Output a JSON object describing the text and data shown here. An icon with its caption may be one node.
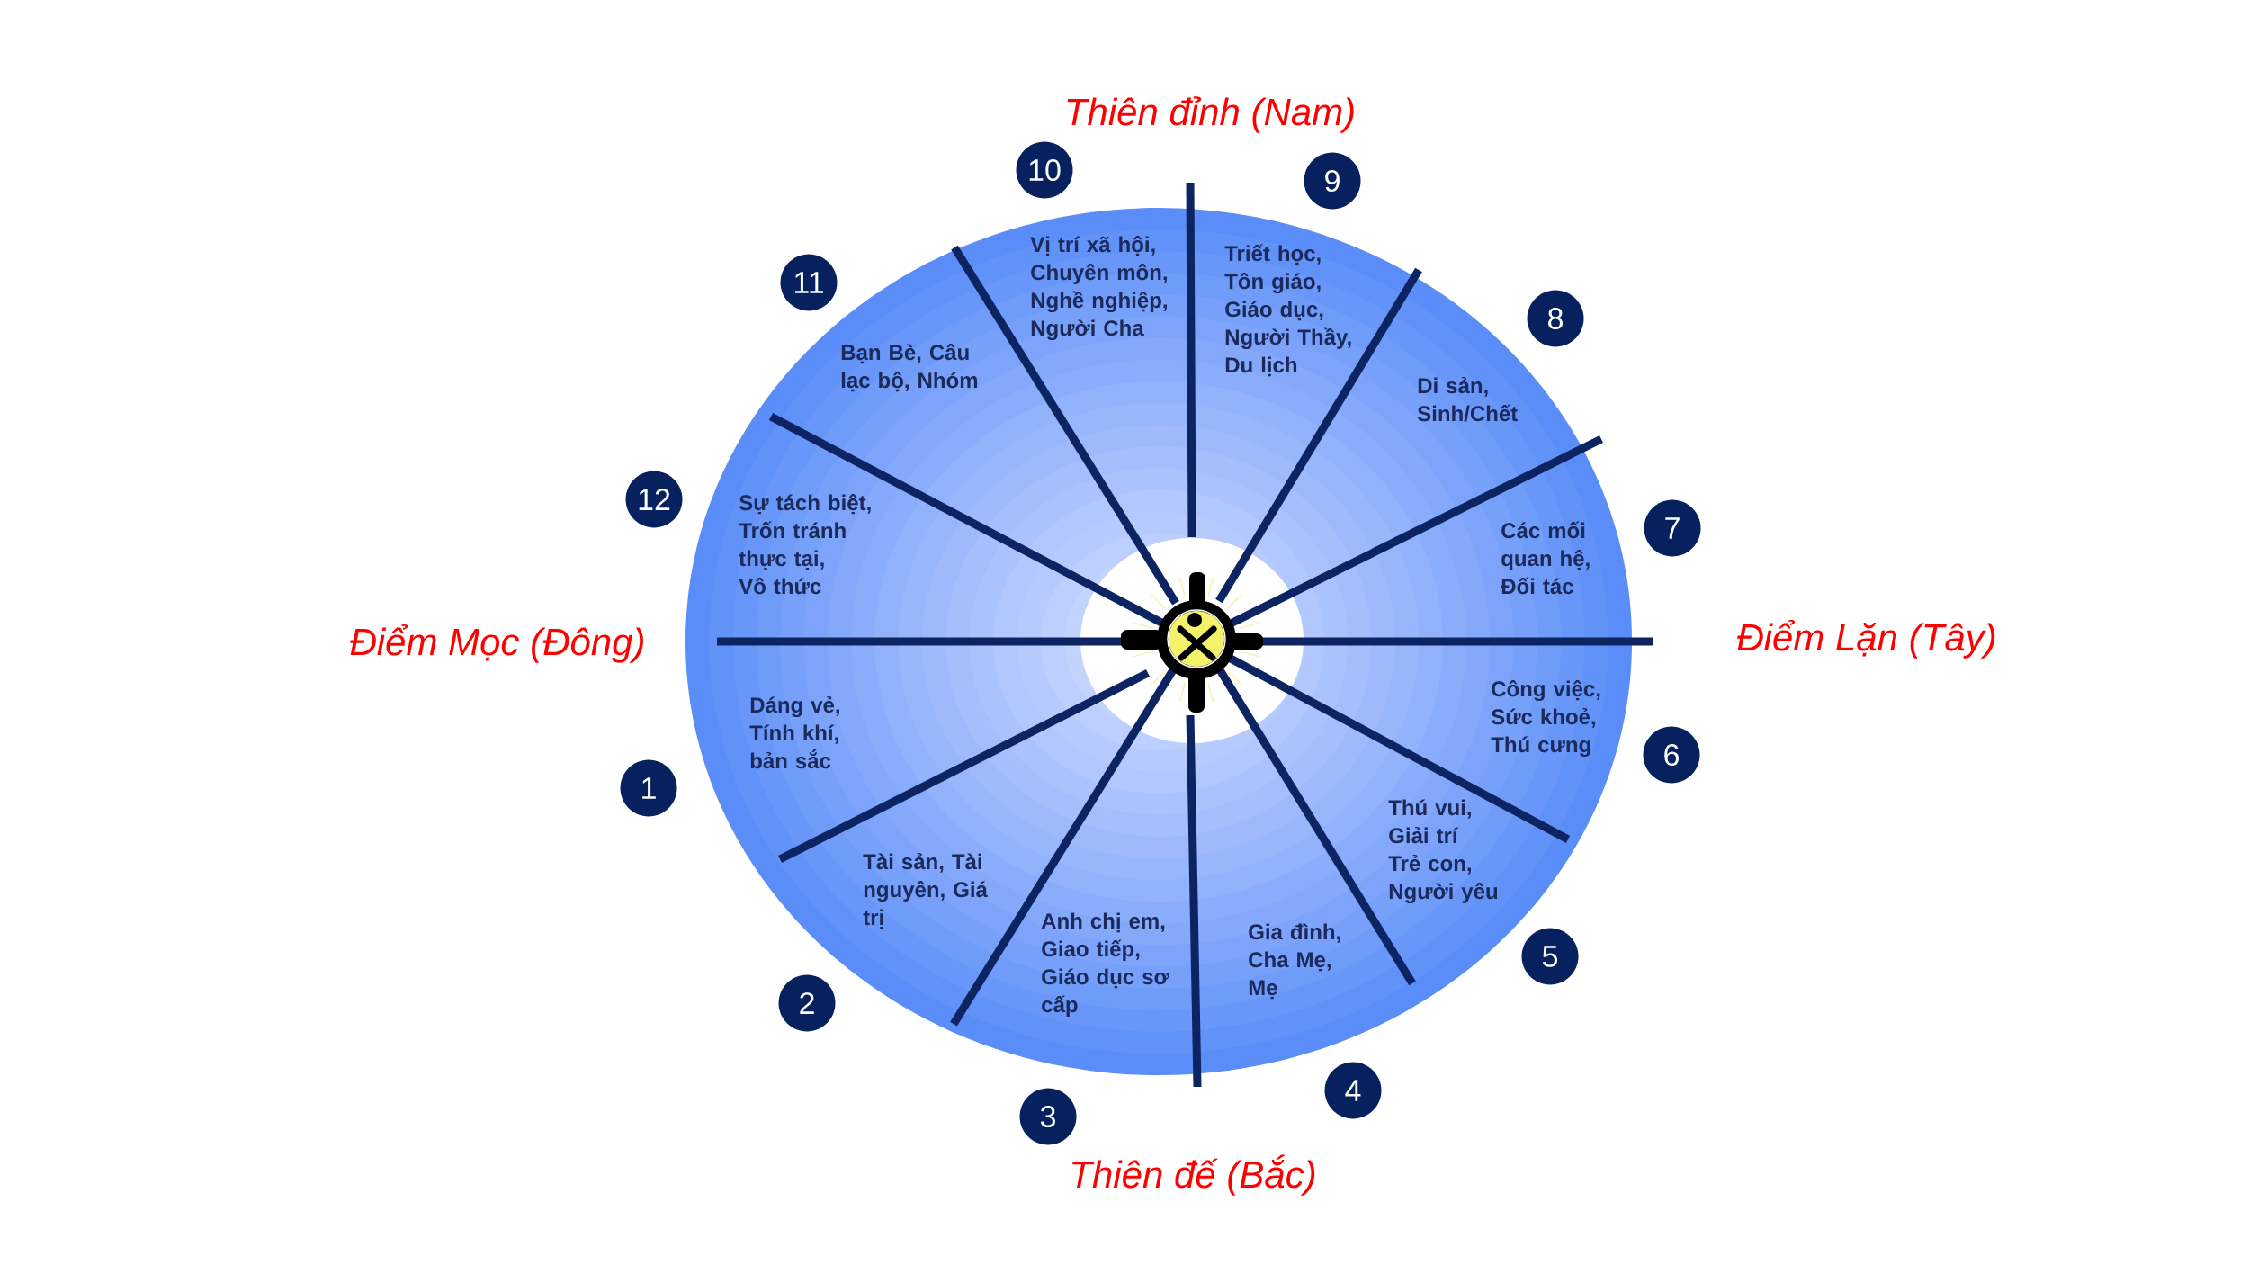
{
  "diagram": {
    "nodes": [
      {
        "text": [],
        "shape": "circle"
      },
      {
        "text": [
          "Dáng vẻ, Tính khí, bản sắc"
        ],
        "in": 0
      },
      {
        "text": [
          "Tài sản, Tài nguyên, Giá trị"
        ],
        "in": 0
      },
      {
        "text": [
          "Anh chị em, Giao tiếp, Giáo dục sơ cấp"
        ],
        "in": 0
      },
      {
        "text": [
          "Gia đình, Cha Mẹ, Mẹ"
        ],
        "in": 0
      },
      {
        "text": [
          "Thú vui, Giải trí Trẻ con, Người yêu"
        ],
        "in": 0
      },
      {
        "text": [
          "Công việc, Sức khoẻ, Thú cưng"
        ],
        "in": 0
      },
      {
        "text": [
          "Các mối quan hệ, Đối tác"
        ],
        "in": 0
      },
      {
        "text": [
          "Di sản, Sinh/Chết"
        ],
        "in": 0
      },
      {
        "text": [
          "Triết học, Tôn giáo, Giáo dục, Người Thầy, Du lịch"
        ],
        "in": 0
      },
      {
        "text": [
          "Vị trí xã hội, Chuyên môn, Nghề nghiệp, Người Cha"
        ],
        "in": 0
      },
      {
        "text": [
          "Bạn Bè, Câu lạc bộ, Nhóm"
        ],
        "in": 0
      },
      {
        "text": [
          "Sự tách biệt, Trốn tránh thực tại, Vô thức"
        ],
        "in": 0
      },
      {
        "text": [
          "1"
        ]
      },
      {
        "text": [
          "2"
        ]
      },
      {
        "text": [
          "3"
        ]
      },
      {
        "text": [
          "4"
        ]
      },
      {
        "text": [
          "5"
        ]
      },
      {
        "text": [
          "6"
        ]
      },
      {
        "text": [
          "7"
        ]
      },
      {
        "text": [
          "8"
        ]
      },
      {
        "text": [
          "9"
        ]
      },
      {
        "text": [
          "10"
        ]
      },
      {
        "text": [
          "11"
        ]
      },
      {
        "text": [
          "12"
        ]
      }
    ],
    "labels": [
      "Thiên đỉnh (Nam)",
      "Điểm Mọc (Đông)",
      "Điểm Lặn (Tây)",
      "Thiên đế (Bắc)"
    ]
  }
}
